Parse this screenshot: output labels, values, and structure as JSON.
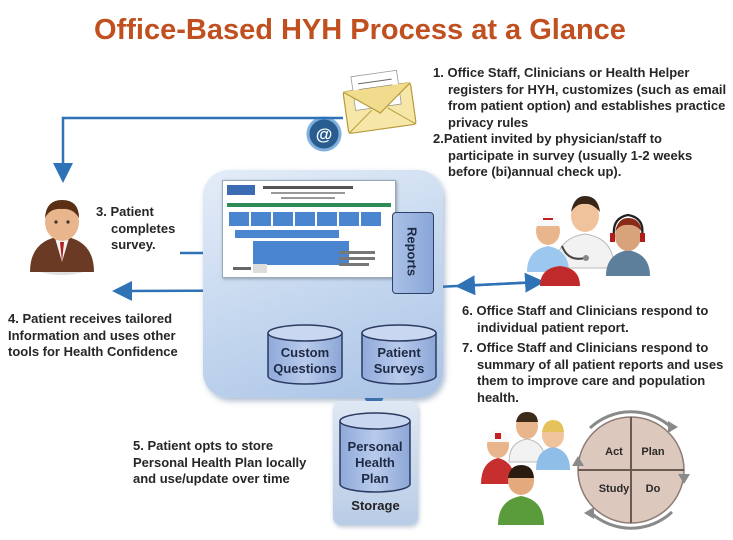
{
  "title": "Office-Based HYH Process at a Glance",
  "steps": {
    "step1": "1. Office Staff, Clinicians or Health Helper registers for HYH, customizes (such as email from patient option) and establishes practice privacy rules",
    "step2": "2.Patient invited by physician/staff to participate in survey (usually 1-2 weeks before (bi)annual check up).",
    "step3": "3. Patient completes survey.",
    "step4": "4. Patient receives tailored Information and uses other tools for Health Confidence",
    "step5": "5. Patient opts to store Personal Health Plan locally and use/update over time",
    "step6": "6. Office Staff and Clinicians respond to individual patient report.",
    "step7": "7. Office Staff and Clinicians respond to summary of all patient reports and uses them to improve care and population health."
  },
  "system": {
    "reports": "Reports",
    "custom_questions": "Custom Questions",
    "patient_surveys": "Patient Surveys",
    "personal_health_plan": "Personal Health Plan",
    "storage": "Storage"
  },
  "pdsa": {
    "act": "Act",
    "plan": "Plan",
    "study": "Study",
    "do": "Do"
  },
  "icons": [
    "envelope-icon",
    "email-at-icon",
    "patient-icon",
    "clinicians-icon",
    "care-team-icon",
    "pdsa-cycle-icon"
  ],
  "colors": {
    "title": "#c0501f",
    "arrow": "#2f72b6",
    "panel": "#c3d6ee",
    "cylinder": "#a9c0e8"
  }
}
